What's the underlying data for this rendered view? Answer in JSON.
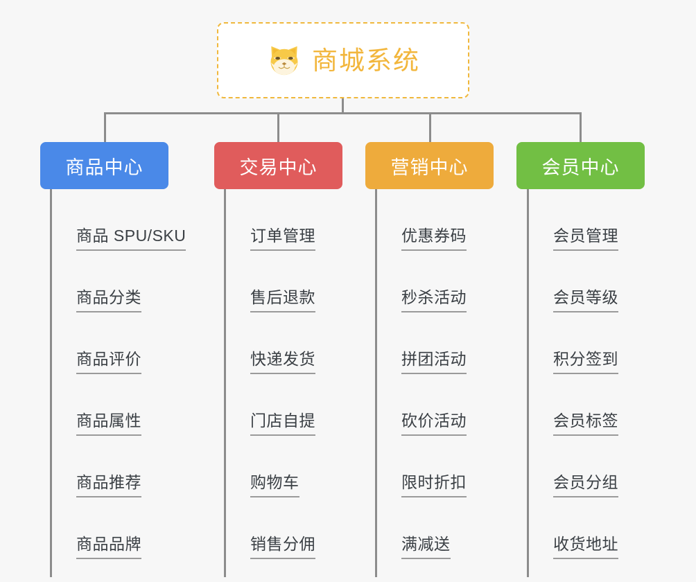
{
  "diagram": {
    "type": "mindmap",
    "background_color": "#f7f7f7",
    "root": {
      "label": "商城系统",
      "icon": "shiba-dog-icon",
      "text_color": "#f2b63c",
      "border_color": "#f0b83c",
      "background_color": "#ffffff"
    },
    "branches": [
      {
        "label": "商品中心",
        "color": "#4a89e8",
        "items": [
          "商品 SPU/SKU",
          "商品分类",
          "商品评价",
          "商品属性",
          "商品推荐",
          "商品品牌"
        ]
      },
      {
        "label": "交易中心",
        "color": "#e05c5c",
        "items": [
          "订单管理",
          "售后退款",
          "快递发货",
          "门店自提",
          "购物车",
          "销售分佣"
        ]
      },
      {
        "label": "营销中心",
        "color": "#eeab3c",
        "items": [
          "优惠券码",
          "秒杀活动",
          "拼团活动",
          "砍价活动",
          "限时折扣",
          "满减送"
        ]
      },
      {
        "label": "会员中心",
        "color": "#72bf44",
        "items": [
          "会员管理",
          "会员等级",
          "积分签到",
          "会员标签",
          "会员分组",
          "收货地址"
        ]
      }
    ],
    "connector_color": "#8c8c8c",
    "leaf_text_color": "#3a3f44",
    "leaf_underline_color": "#9a9a9a"
  }
}
